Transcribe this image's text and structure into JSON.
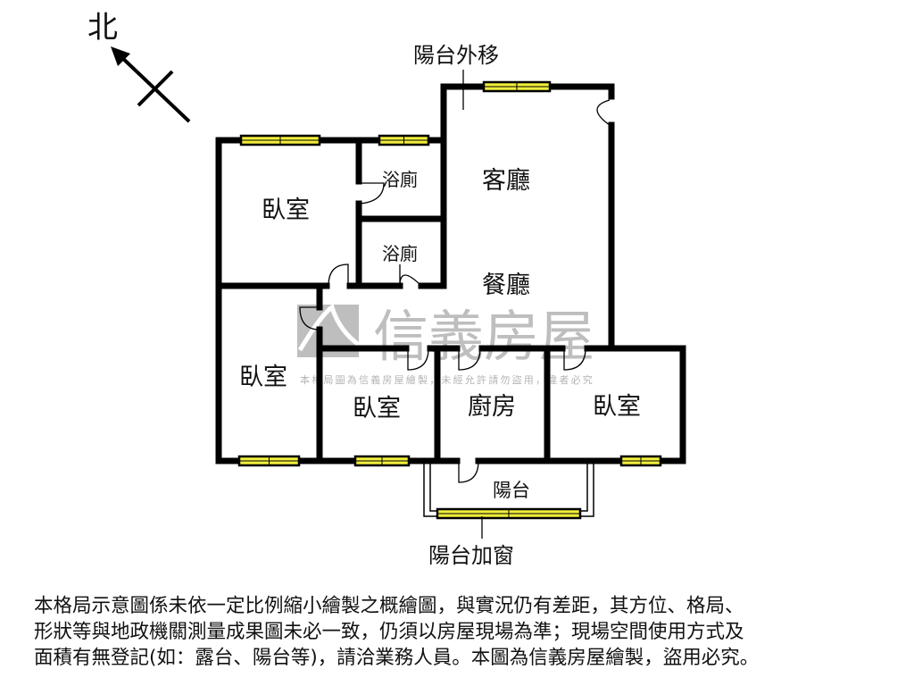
{
  "compass": {
    "north_label": "北"
  },
  "annotations": {
    "balcony_moved_out": "陽台外移",
    "balcony_window_added": "陽台加窗"
  },
  "rooms": {
    "bedroom_top_left": "臥室",
    "bath_upper": "浴廁",
    "bath_lower": "浴廁",
    "living_room": "客廳",
    "dining_room": "餐廳",
    "bedroom_left": "臥室",
    "bedroom_middle": "臥室",
    "kitchen": "廚房",
    "bedroom_right": "臥室",
    "balcony": "陽台"
  },
  "watermark": {
    "brand": "信義房屋",
    "notice": "本格局圖為信義房屋繪製，未經允許請勿盜用，違者必究"
  },
  "disclaimer": [
    "本格局示意圖係未依一定比例縮小繪製之概繪圖，與實況仍有差距，其方位、格局、",
    "形狀等與地政機關測量成果圖未必一致，仍須以房屋現場為準；現場空間使用方式及",
    "面積有無登記(如：露台、陽台等)，請洽業務人員。本圖為信義房屋繪製，盜用必究。"
  ],
  "colors": {
    "wall": "#000000",
    "window": "#f0ee3c",
    "watermark": "#9a9a9a"
  }
}
